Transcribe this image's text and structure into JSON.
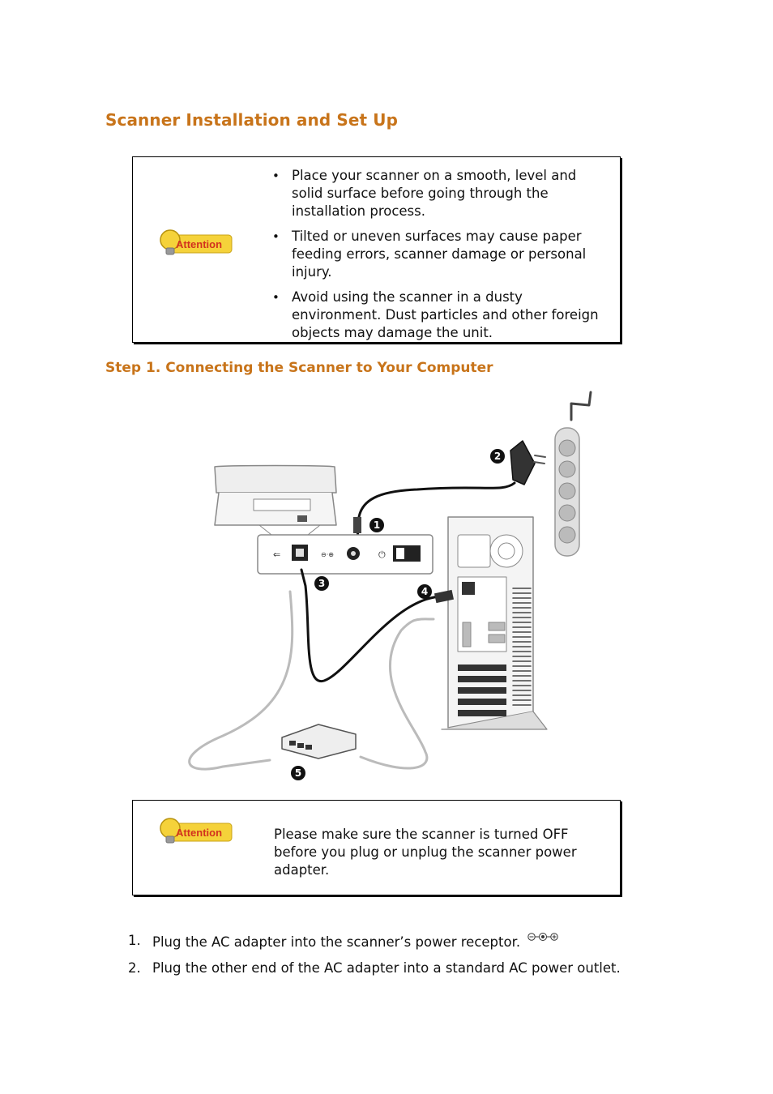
{
  "section_title": "Scanner Installation and Set Up",
  "attention_label": "Attention",
  "attention_box_1": {
    "bullets": [
      "Place your scanner on a smooth, level and solid surface before going through the installation process.",
      "Tilted or uneven surfaces may cause paper feeding errors, scanner damage or personal injury.",
      "Avoid using the scanner in a dusty environment. Dust particles and other foreign objects may damage the unit."
    ]
  },
  "step_title": "Step 1.  Connecting the Scanner to Your Computer",
  "figure": {
    "callouts": [
      "1",
      "2",
      "3",
      "4",
      "5"
    ],
    "icons": [
      "usb-symbol-icon",
      "power-receptor-icon",
      "power-switch-icon"
    ]
  },
  "attention_box_2": {
    "text": "Please make sure the scanner is turned OFF before you plug or unplug the scanner power adapter."
  },
  "steps": [
    {
      "num": "1.",
      "text": "Plug the AC adapter into the scanner’s power receptor."
    },
    {
      "num": "2.",
      "text": "Plug the other end of the AC adapter into a standard AC power outlet."
    }
  ],
  "colors": {
    "heading": "#c8741a",
    "badge_yellow": "#f5d23a",
    "badge_red": "#d2321e"
  }
}
